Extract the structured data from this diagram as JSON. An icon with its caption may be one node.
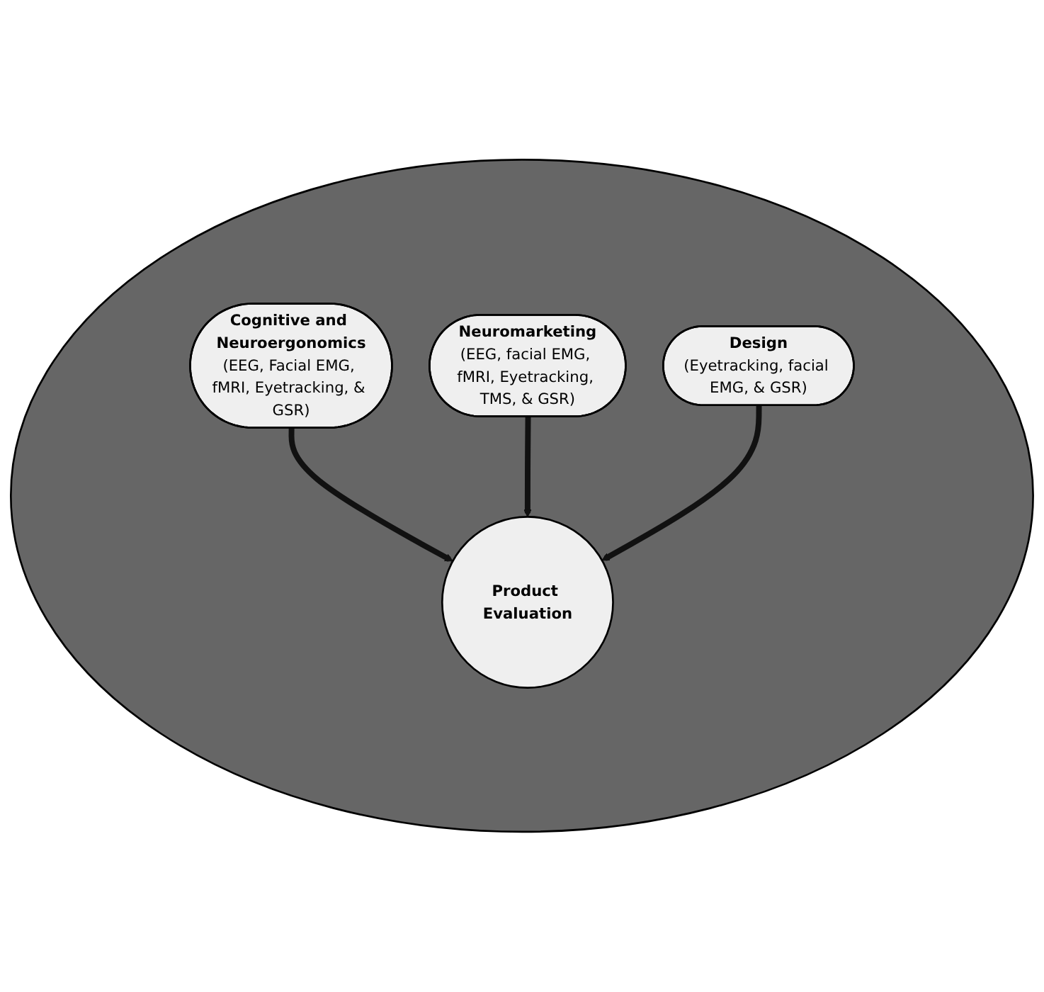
{
  "diagram": {
    "nodes": [
      {
        "text": [],
        "shape": "circle"
      },
      {
        "text": [
          "Cognitive and Neuroergonomics",
          "(EEG, Facial EMG, fMRI, Eyetracking, & GSR)"
        ],
        "in": 0
      },
      {
        "text": [
          "Product Evaluation"
        ],
        "in": 0
      },
      {
        "text": [
          "Neuromarketing",
          "(EEG, facial EMG, fMRI, Eyetracking, TMS, & GSR)"
        ],
        "in": 0
      },
      {
        "text": [
          "Design",
          "(Eyetracking, facial EMG, & GSR)"
        ],
        "in": 0
      }
    ],
    "edges": [
      {
        "from": 1,
        "to": 2,
        "arrow": "to"
      },
      {
        "from": 3,
        "to": 2,
        "arrow": "to"
      },
      {
        "from": 4,
        "to": 2,
        "arrow": "to"
      }
    ]
  }
}
